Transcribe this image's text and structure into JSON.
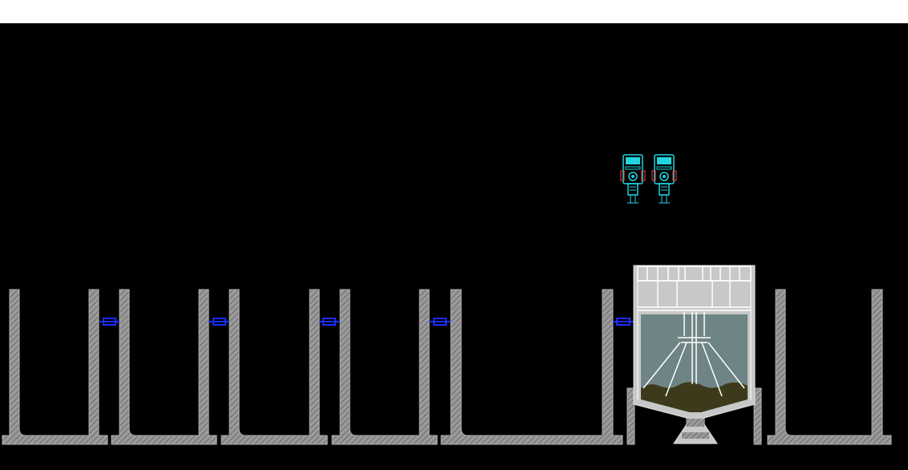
{
  "colors": {
    "background": "#000000",
    "top_bar": "#ffffff",
    "wall": "#9a9a9a",
    "wall_hatch": "#6a6a6a",
    "pipe": "#1a2cff",
    "instrument": "#22d3e0",
    "clarifier_body": "#c8c8c8",
    "clarifier_liquid": "#6f8585",
    "sludge": "#3d3a1c",
    "frame": "#ffffff"
  },
  "diagram": {
    "tanks": [
      {
        "name": "tank-1"
      },
      {
        "name": "tank-2"
      },
      {
        "name": "tank-3"
      },
      {
        "name": "tank-4"
      },
      {
        "name": "tank-5"
      },
      {
        "name": "tank-7"
      }
    ],
    "connectors": [
      {
        "name": "pipe-connector-1"
      },
      {
        "name": "pipe-connector-2"
      },
      {
        "name": "pipe-connector-3"
      },
      {
        "name": "pipe-connector-4"
      },
      {
        "name": "pipe-connector-5"
      }
    ],
    "instruments": [
      {
        "name": "instrument-1",
        "icon": "pump-instrument-icon"
      },
      {
        "name": "instrument-2",
        "icon": "pump-instrument-icon"
      }
    ],
    "clarifier": {
      "name": "clarifier-tank"
    }
  }
}
